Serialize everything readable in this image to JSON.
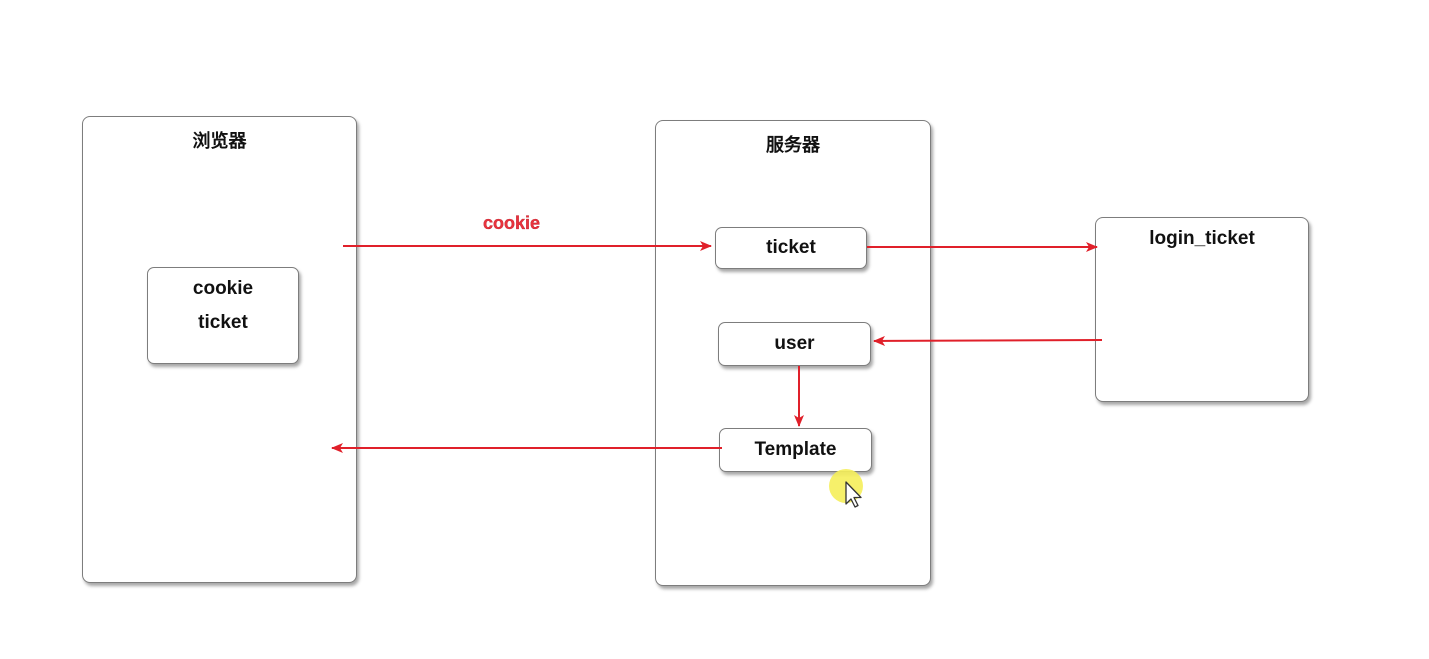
{
  "panels": {
    "browser": {
      "title": "浏览器"
    },
    "server": {
      "title": "服务器"
    },
    "store": {
      "title": "login_ticket"
    }
  },
  "nodes": {
    "browser_cookie": {
      "line1": "cookie",
      "line2": "ticket"
    },
    "ticket": {
      "label": "ticket"
    },
    "user": {
      "label": "user"
    },
    "template": {
      "label": "Template"
    }
  },
  "edges": {
    "cookie_label": "cookie"
  },
  "colors": {
    "arrow": "#e0202a",
    "label": "#e8333d",
    "border": "#7d7d7d",
    "cursor_highlight": "#f5ee5a"
  },
  "icons": {
    "cursor": "mouse-pointer-icon"
  }
}
